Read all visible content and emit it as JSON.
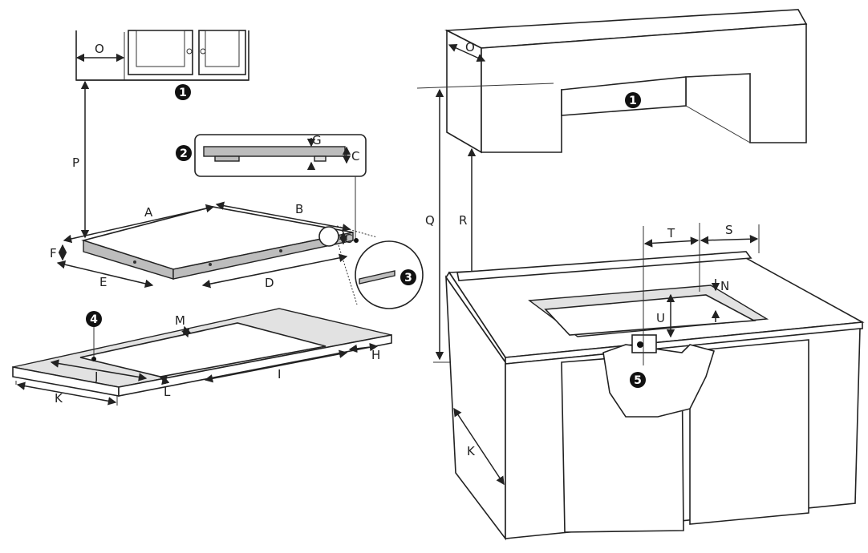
{
  "labels": {
    "O": "O",
    "P": "P",
    "G": "G",
    "C": "C",
    "A": "A",
    "B": "B",
    "F": "F",
    "E": "E",
    "D": "D",
    "M": "M",
    "H": "H",
    "I": "I",
    "J": "J",
    "K": "K",
    "L": "L",
    "Q": "Q",
    "R": "R",
    "T": "T",
    "S": "S",
    "N": "N",
    "U": "U"
  },
  "callouts": {
    "c1": "1",
    "c2": "2",
    "c3": "3",
    "c4": "4",
    "c5": "5"
  }
}
